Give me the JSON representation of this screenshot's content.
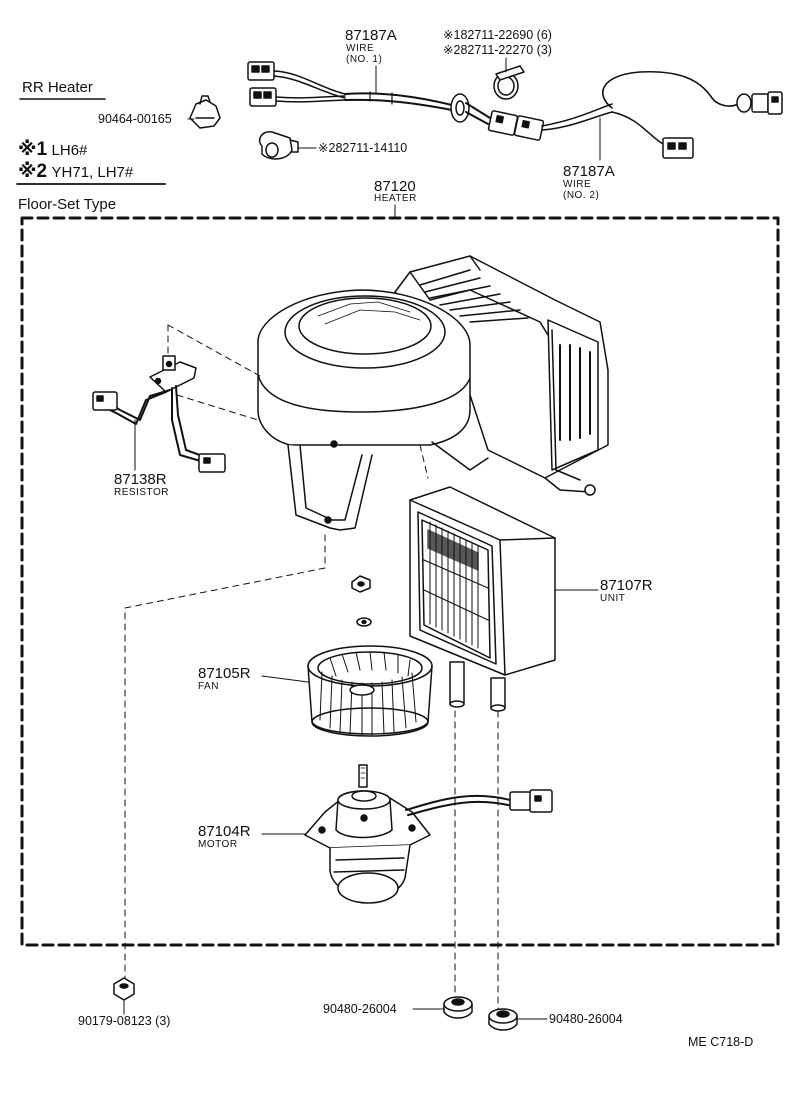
{
  "section_title": "RR Heater",
  "legend": {
    "mark": "※",
    "item1_num": "1",
    "item1_text": "LH6#",
    "item2_num": "2",
    "item2_text": "YH71, LH7#"
  },
  "floor_type": "Floor-Set Type",
  "parts": {
    "p90464": {
      "number": "90464-00165"
    },
    "p82711_14110": {
      "mark": "※2",
      "number": "82711-14110"
    },
    "wire1": {
      "number": "87187A",
      "name": "WIRE",
      "sub": "(NO. 1)"
    },
    "clamp1": {
      "mark": "※1",
      "number": "82711-22690 (6)"
    },
    "clamp2": {
      "mark": "※2",
      "number": "82711-22270 (3)"
    },
    "wire2": {
      "number": "87187A",
      "name": "WIRE",
      "sub": "(NO. 2)"
    },
    "heater": {
      "number": "87120",
      "name": "HEATER"
    },
    "resistor": {
      "number": "87138R",
      "name": "RESISTOR"
    },
    "unit": {
      "number": "87107R",
      "name": "UNIT"
    },
    "fan": {
      "number": "87105R",
      "name": "FAN"
    },
    "motor": {
      "number": "87104R",
      "name": "MOTOR"
    },
    "nut": {
      "number": "90179-08123 (3)"
    },
    "grommet_left": {
      "number": "90480-26004"
    },
    "grommet_right": {
      "number": "90480-26004"
    }
  },
  "footer_code": "ME  C718-D"
}
